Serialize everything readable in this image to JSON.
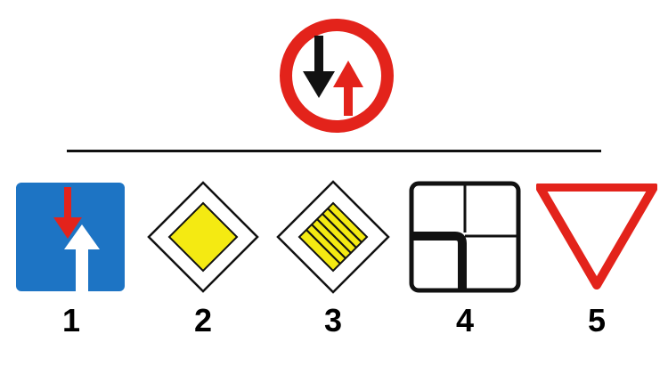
{
  "question_sign": {
    "icon": "priority-for-oncoming-traffic-sign",
    "colors": {
      "ring": "#e3231b",
      "arrow_down": "#111111",
      "arrow_up": "#e3231b"
    }
  },
  "options": [
    {
      "number": "1",
      "icon": "priority-over-oncoming-traffic-sign",
      "color": "#1d74c4"
    },
    {
      "number": "2",
      "icon": "priority-road-sign",
      "color": "#f4ea12"
    },
    {
      "number": "3",
      "icon": "end-of-priority-road-sign",
      "color": "#f4ea12"
    },
    {
      "number": "4",
      "icon": "priority-road-direction-plate",
      "color": "#111111"
    },
    {
      "number": "5",
      "icon": "give-way-sign",
      "color": "#e3231b"
    }
  ]
}
